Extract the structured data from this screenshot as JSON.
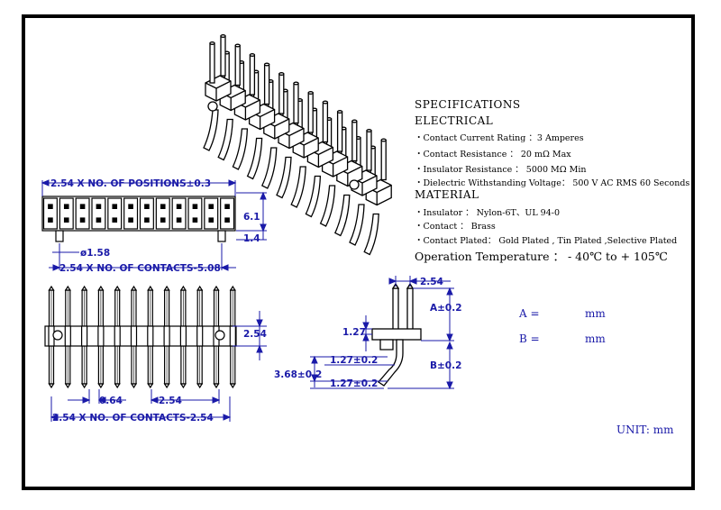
{
  "specs": {
    "title": "SPECIFICATIONS",
    "electrical_heading": "ELECTRICAL",
    "electrical": [
      "・Contact Current Rating ：3 Amperes",
      "・Contact Resistance ： 20 mΩ Max",
      "・Insulator Resistance ： 5000 MΩ Min",
      "・Dielectric Withstanding Voltage： 500 V AC RMS 60 Seconds"
    ],
    "material_heading": "MATERIAL",
    "material": [
      "・Insulator ： Nylon-6T、UL 94-0",
      "・Contact ： Brass",
      "・Contact Plated： Gold Plated , Tin Plated ,Selective Plated"
    ],
    "operation": "Operation Temperature ： - 40℃ to + 105℃"
  },
  "dims": {
    "top_length": "2.54 X NO. OF POSITIONS±0.3",
    "height_total": "6.1",
    "height_low": "1.4",
    "peg_dia": "ø1.58",
    "bottom_length": "2.54 X NO. OF CONTACTS-5.08",
    "pitch_row": "2.54",
    "pin_width": "0.64",
    "pitch": "2.54",
    "front_length": "2.54 X NO. OF CONTACTS-2.54",
    "side_pitch": "2.54",
    "a_dim": "A±0.2",
    "b_dim": "B±0.2",
    "d127a": "1.27",
    "d127b": "1.27±0.2",
    "d368": "3.68±0.2",
    "d127c": "1.27±0.2"
  },
  "table": {
    "a_label": "A =",
    "a_unit": "mm",
    "b_label": "B =",
    "b_unit": "mm"
  },
  "unit": "UNIT: mm",
  "colors": {
    "dimension": "#1a1aa8",
    "frame": "#000000"
  }
}
